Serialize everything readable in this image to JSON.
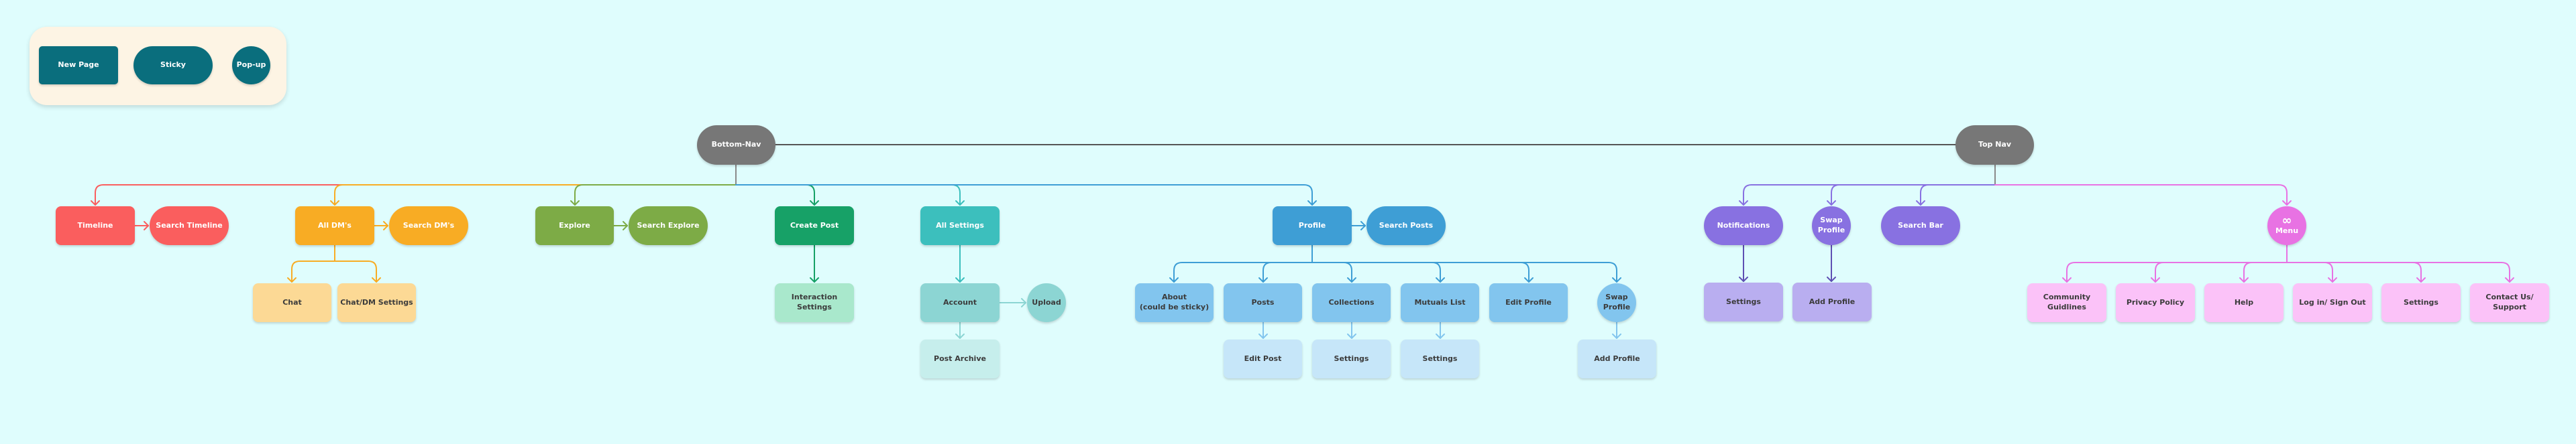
{
  "legend": {
    "new_page": "New Page",
    "sticky": "Sticky",
    "popup": "Pop-up"
  },
  "nav": {
    "bottom": "Bottom-Nav",
    "top": "Top Nav"
  },
  "bottom": {
    "timeline": "Timeline",
    "search_timeline": "Search Timeline",
    "all_dms": "All DM's",
    "search_dms": "Search DM's",
    "chat": "Chat",
    "chat_dm_settings": "Chat/DM Settings",
    "explore": "Explore",
    "search_explore": "Search Explore",
    "create_post": "Create Post",
    "interaction_settings": "Interaction Settings",
    "all_settings": "All Settings",
    "account": "Account",
    "upload": "Upload",
    "post_archive": "Post Archive",
    "profile": "Profile",
    "search_posts": "Search Posts",
    "about": "About\n(could be sticky)",
    "posts": "Posts",
    "collections": "Collections",
    "mutuals_list": "Mutuals List",
    "edit_profile": "Edit Profile",
    "swap_profile": "Swap\nProfile",
    "edit_post": "Edit Post",
    "collections_settings": "Settings",
    "mutuals_settings": "Settings",
    "add_profile": "Add Profile"
  },
  "top": {
    "notifications": "Notifications",
    "notif_settings": "Settings",
    "swap_profile": "Swap\nProfile",
    "add_profile": "Add Profile",
    "search_bar": "Search Bar",
    "menu": "Menu",
    "community_guidelines": "Community\nGuidlines",
    "privacy_policy": "Privacy Policy",
    "help": "Help",
    "login_signout": "Log in/ Sign Out",
    "settings": "Settings",
    "contact_support": "Contact Us/\nSupport"
  },
  "icons": {
    "menu": "infinity-icon"
  },
  "colors": {
    "legend_bg": "#fdf4e4",
    "legend_teal": "#0a6e7d",
    "nav_gray": "#777777",
    "timeline": "#fa5e5e",
    "dms": "#f8ac24",
    "dms_light": "#fcd995",
    "explore": "#7dab46",
    "create": "#17a167",
    "create_light": "#a9e8cc",
    "settings": "#3cbfbd",
    "settings_mid": "#8cd5d3",
    "settings_light": "#c6eeec",
    "profile": "#3e9ed5",
    "profile_mid": "#82c5ee",
    "profile_light": "#c6e6f9",
    "purple": "#8871e1",
    "purple_light": "#b9aef0",
    "pink": "#e872e3",
    "pink_light": "#fbc2f8"
  }
}
